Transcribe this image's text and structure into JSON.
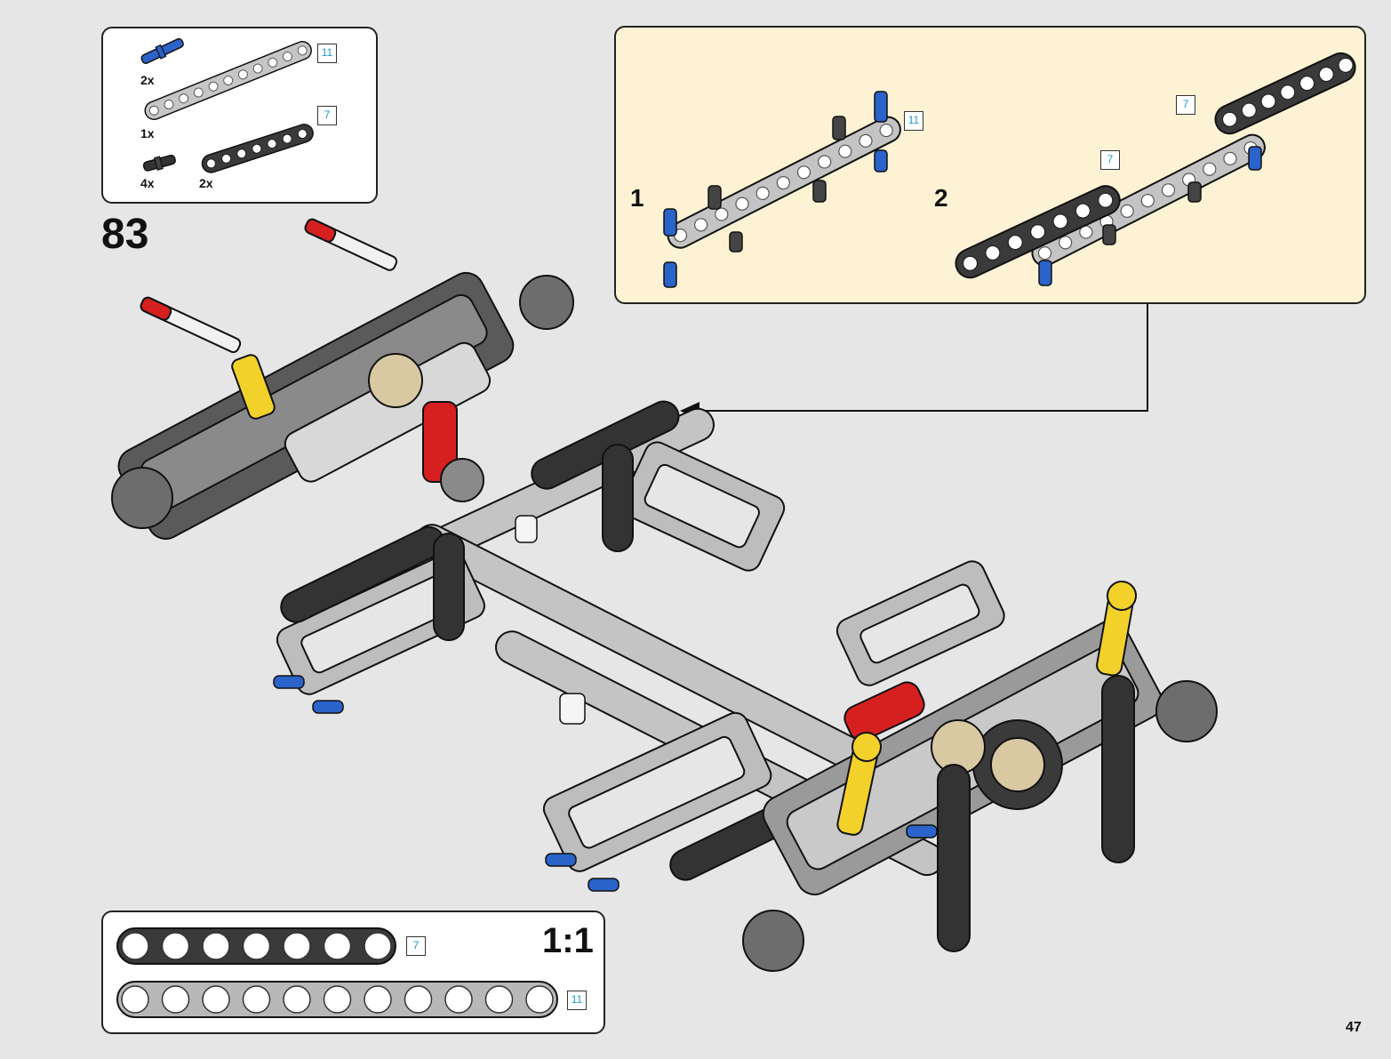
{
  "step": {
    "number": "83"
  },
  "page": {
    "number": "47"
  },
  "parts_list": {
    "items": [
      {
        "qty": "2x",
        "part": "blue-pin",
        "color": "#2a63c9"
      },
      {
        "qty": "1x",
        "part": "light-gray-beam",
        "length_label": "11",
        "color": "#bdbdbd"
      },
      {
        "qty": "4x",
        "part": "black-pin",
        "color": "#333333"
      },
      {
        "qty": "2x",
        "part": "dark-gray-beam",
        "length_label": "7",
        "color": "#3a3a3a"
      }
    ]
  },
  "callout": {
    "background": "#fdf3d4",
    "substeps": [
      {
        "number": "1",
        "length_label": "11"
      },
      {
        "number": "2",
        "length_labels": [
          "7",
          "7"
        ]
      }
    ]
  },
  "scale_guide": {
    "ratio": "1:1",
    "beams": [
      {
        "holes": 7,
        "length_label": "7",
        "color": "#3a3a3a"
      },
      {
        "holes": 11,
        "length_label": "11",
        "color": "#b8b8b8"
      }
    ]
  },
  "colors": {
    "accent_blue": "#1a9ad6",
    "black_beam": "#333333",
    "gray_beam": "#c4c4c4",
    "red": "#d62020",
    "yellow": "#f2d22a",
    "tan": "#d9c9a3"
  }
}
